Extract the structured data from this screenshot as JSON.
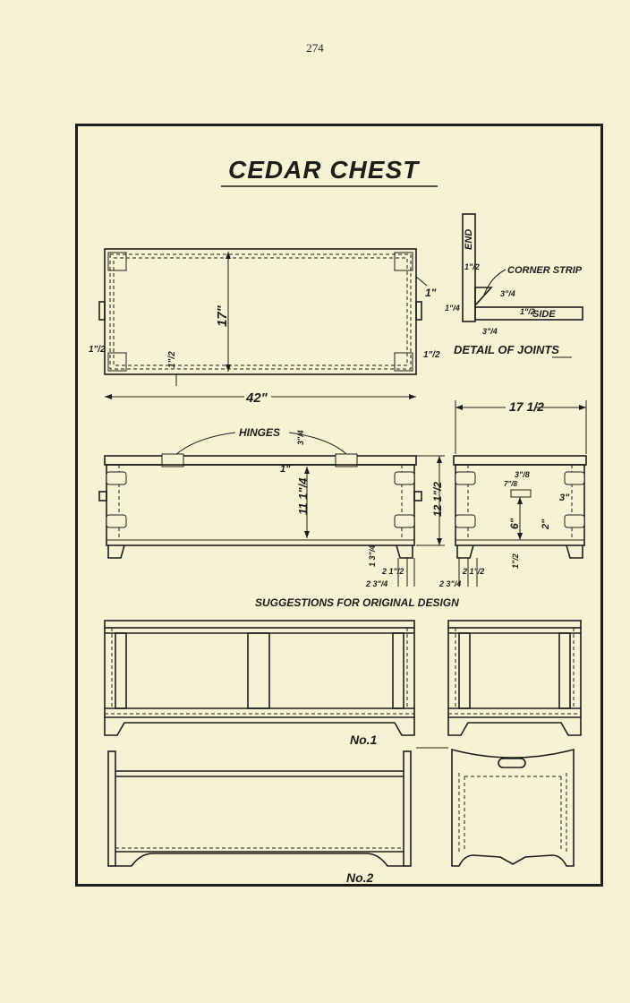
{
  "page_number": "274",
  "title": "CEDAR CHEST",
  "joint_detail": {
    "end_label": "END",
    "corner_strip_label": "CORNER STRIP",
    "side_label": "SIDE",
    "caption": "DETAIL OF JOINTS",
    "dims": [
      "1\"/2",
      "1\"/2",
      "3\"/4",
      "3\"/4",
      "1\"/4"
    ]
  },
  "top_view": {
    "depth_dim": "17\"",
    "board_dim": "1\"/2",
    "edge_dim": "1\"",
    "left_dim": "1\"/2",
    "right_dim": "1\"/2"
  },
  "front_view": {
    "width_dim": "42\"",
    "hinges_label": "HINGES",
    "hinge_dim": "3\"/4",
    "lid_dim": "1\"",
    "body_dim": "11 1\"/4",
    "height_dim": "12 1\"/2",
    "foot_dim": "1 3\"/4",
    "bottom_dims": [
      "2 1\"/2",
      "2 3\"/4"
    ]
  },
  "end_view": {
    "depth_dim": "17 1/2",
    "handle_dim": "3\"/8",
    "handle_sub": "7\"/8",
    "hinge_dim": "3\"",
    "height_dim": "6\"",
    "rail_dim": "2\"",
    "bottom_dim": "1\"/2",
    "bottom_dims": [
      "2 1\"/2",
      "2 3\"/4"
    ]
  },
  "suggestions_caption": "SUGGESTIONS FOR ORIGINAL DESIGN",
  "design_1_label": "No.1",
  "design_2_label": "No.2"
}
